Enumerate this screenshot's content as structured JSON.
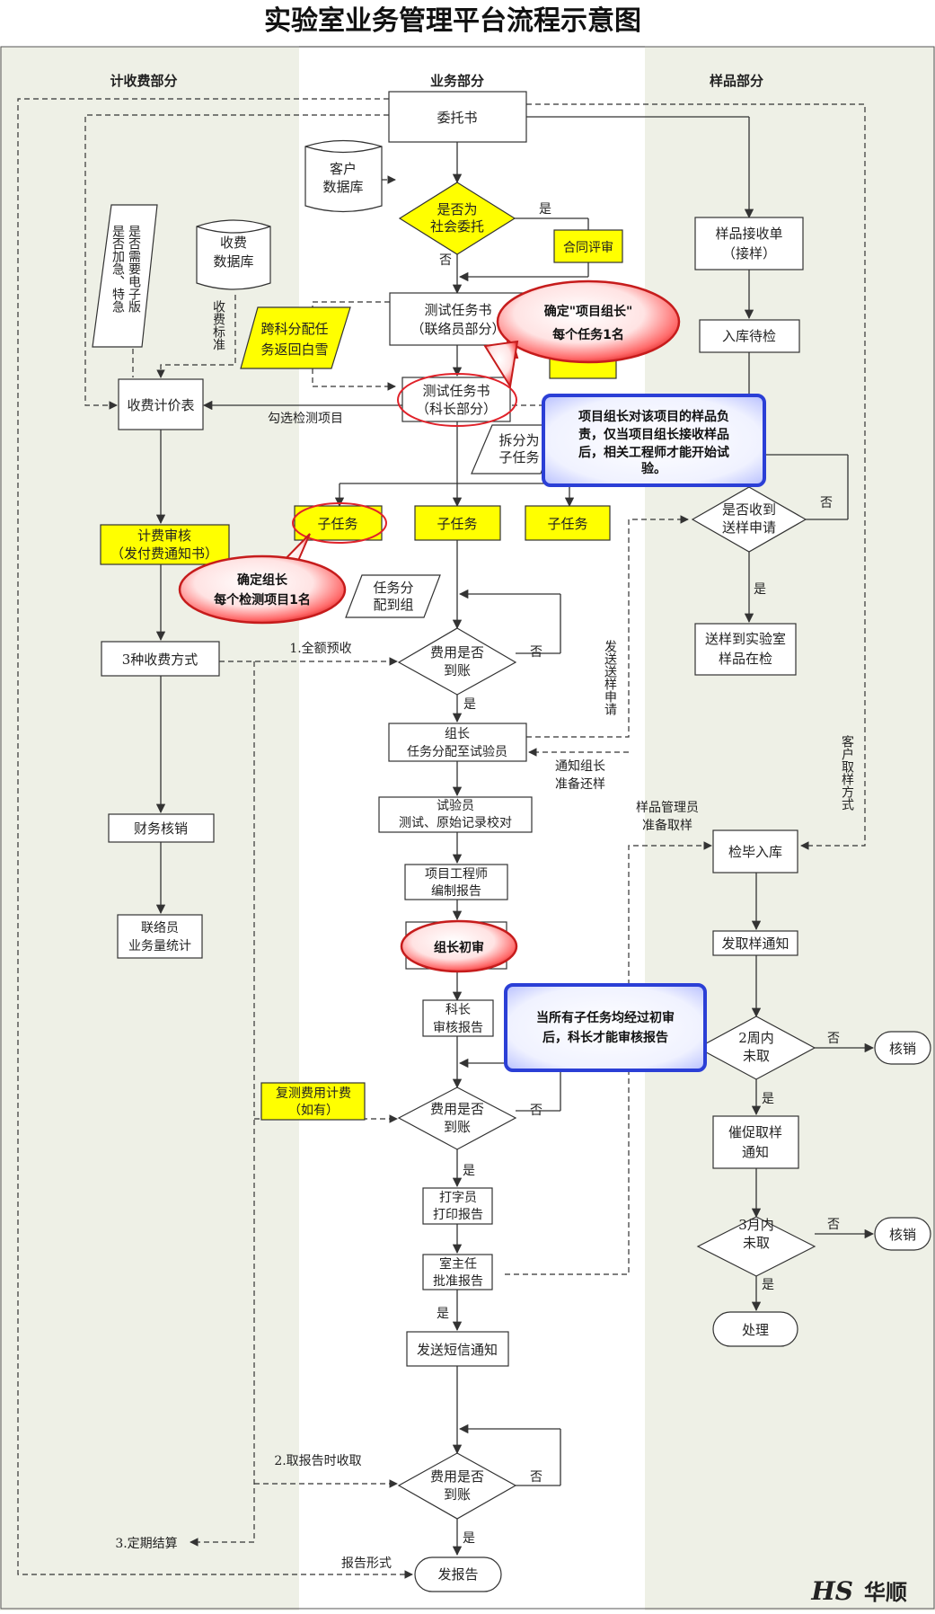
{
  "title": "实验室业务管理平台流程示意图",
  "columns": {
    "left": "计收费部分",
    "mid": "业务部分",
    "right": "样品部分"
  },
  "nodes": {
    "weituoshu": "委托书",
    "kehu_db": [
      "客户",
      "数据库"
    ],
    "shehui": [
      "是否为",
      "社会委托"
    ],
    "hetong": "合同评审",
    "ceshi1": [
      "测试任务书",
      "（联络员部分）"
    ],
    "ceshi2": [
      "测试任务书",
      "（科长部分）"
    ],
    "kuake": [
      "跨科分配任",
      "务返回白雪"
    ],
    "chaifen": [
      "拆分为",
      "子任务"
    ],
    "zirenwu": "子任务",
    "renwufen": [
      "任务分",
      "配到组"
    ],
    "feiyong": [
      "费用是否",
      "到账"
    ],
    "zuzhang": [
      "组长",
      "任务分配至试验员"
    ],
    "shiyanyuan": [
      "试验员",
      "测试、原始记录校对"
    ],
    "xiangmu": [
      "项目工程师",
      "编制报告"
    ],
    "kezhang": [
      "科长",
      "审核报告"
    ],
    "dazi": [
      "打字员",
      "打印报告"
    ],
    "shizhu": [
      "室主任",
      "批准报告"
    ],
    "duanxin": "发送短信通知",
    "fabaogao": "发报告",
    "shoufei_db": [
      "收费",
      "数据库"
    ],
    "jiaji": [
      "是否需要电子版",
      "是否加急、特急"
    ],
    "jijia": "收费计价表",
    "jifei": [
      "计费审核",
      "（发付费通知书）"
    ],
    "sanzhong": "3种收费方式",
    "caiwu": "财务核销",
    "lianluo": [
      "联络员",
      "业务量统计"
    ],
    "fuce": [
      "复测费用计费",
      "（如有）"
    ],
    "yangpin_jieshou": [
      "样品接收单",
      "（接样）"
    ],
    "ruku": "入库待检",
    "shoudao": [
      "是否收到",
      "送样申请"
    ],
    "songyang": [
      "送样到实验室",
      "样品在检"
    ],
    "jianbi": "检毕入库",
    "faqu": "发取样通知",
    "zhounei": [
      "2周内",
      "未取"
    ],
    "cuicu": [
      "催促取样",
      "通知"
    ],
    "yuenei": [
      "3月内",
      "未取"
    ],
    "hexiao": "核销",
    "chuli": "处理"
  },
  "labels": {
    "yes": "是",
    "no": "否",
    "gouxuan": "勾选检测项目",
    "shoufei_biaozhun": "收费标准",
    "quane": "1.全额预收",
    "qubaogao": "2.取报告时收取",
    "dingqi": "3.定期结算",
    "baogao_xingshi": "报告形式",
    "tongzhi_zuzhang": [
      "通知组长",
      "准备还样"
    ],
    "fasong_shenqing": "发送送样申请",
    "yangpin_guanli": [
      "样品管理员",
      "准备取样"
    ],
    "kehu_quyang": "客户取样方式"
  },
  "callouts": {
    "c1": [
      "确定\"项目组长\"",
      "每个任务1名"
    ],
    "c2": [
      "确定组长",
      "每个检测项目1名"
    ],
    "c3": [
      "项目组长对该项目的样品负",
      "责，仅当项目组长接收样品",
      "后，相关工程师才能开始试",
      "验。"
    ],
    "c4": "组长初审",
    "c5": [
      "当所有子任务均经过初审",
      "后，科长才能审核报告"
    ]
  },
  "logo": {
    "mark": "HS",
    "text": "华顺"
  },
  "colors": {
    "highlight": "#ffff00",
    "lane": "#eef0e6",
    "red_callout": "#e8262a",
    "blue_callout": "#2b3fd6"
  }
}
